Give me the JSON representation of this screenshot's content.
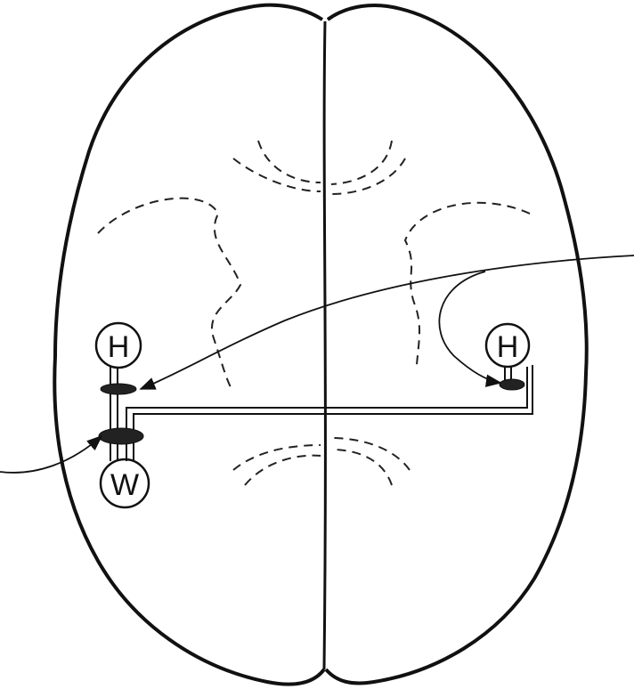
{
  "labels": {
    "left_top_electrode": "H",
    "left_bottom_electrode": "W",
    "right_electrode": "H"
  },
  "colors": {
    "ink": "#111111",
    "background": "#ffffff"
  }
}
